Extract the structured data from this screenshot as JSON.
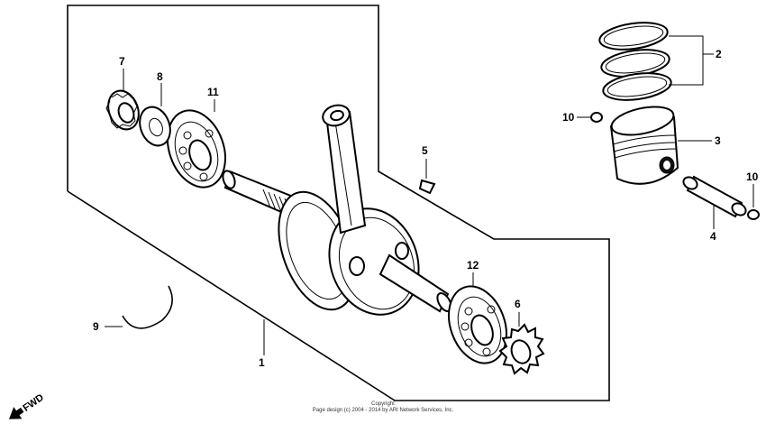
{
  "callouts": {
    "c1": "1",
    "c2": "2",
    "c3": "3",
    "c4": "4",
    "c5": "5",
    "c6": "6",
    "c7": "7",
    "c8": "8",
    "c9": "9",
    "c10a": "10",
    "c10b": "10",
    "c11": "11",
    "c12": "12"
  },
  "copyright": {
    "line1": "Copyright",
    "line2": "Page design (c) 2004 - 2014 by ARI Network Services, Inc."
  },
  "direction_label": "FWD",
  "colors": {
    "ink": "#000000",
    "paper": "#ffffff"
  }
}
